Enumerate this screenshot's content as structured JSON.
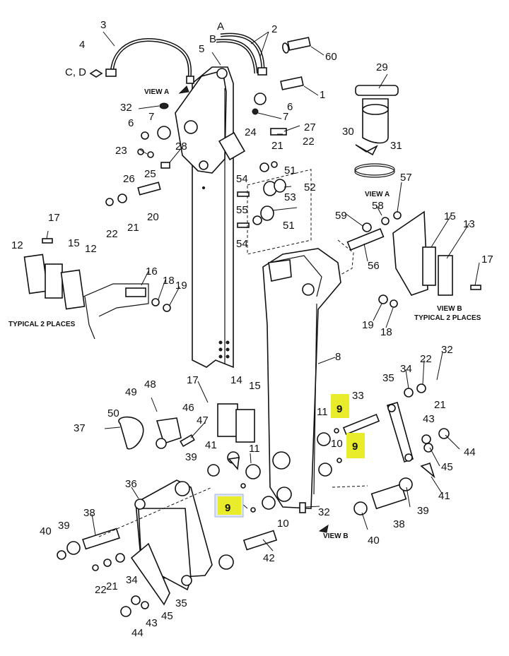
{
  "captions": {
    "view_a_arrow": "VIEW A",
    "view_a_detail": "VIEW A",
    "view_b_arrow": "VIEW B",
    "view_b_detail_line1": "VIEW B",
    "view_b_detail_line2": "TYPICAL 2 PLACES",
    "typical_left": "TYPICAL 2 PLACES"
  },
  "callouts": [
    {
      "id": "3",
      "text": "3"
    },
    {
      "id": "A",
      "text": "A"
    },
    {
      "id": "B",
      "text": "B"
    },
    {
      "id": "2",
      "text": "2"
    },
    {
      "id": "4",
      "text": "4"
    },
    {
      "id": "CD",
      "text": "C, D"
    },
    {
      "id": "5",
      "text": "5"
    },
    {
      "id": "60",
      "text": "60"
    },
    {
      "id": "29",
      "text": "29"
    },
    {
      "id": "1",
      "text": "1"
    },
    {
      "id": "32a",
      "text": "32"
    },
    {
      "id": "6a",
      "text": "6"
    },
    {
      "id": "7a",
      "text": "7"
    },
    {
      "id": "6b",
      "text": "6"
    },
    {
      "id": "7b",
      "text": "7"
    },
    {
      "id": "24",
      "text": "24"
    },
    {
      "id": "27",
      "text": "27"
    },
    {
      "id": "30",
      "text": "30"
    },
    {
      "id": "23",
      "text": "23"
    },
    {
      "id": "28",
      "text": "28"
    },
    {
      "id": "21a",
      "text": "21"
    },
    {
      "id": "22a",
      "text": "22"
    },
    {
      "id": "31",
      "text": "31"
    },
    {
      "id": "26",
      "text": "26"
    },
    {
      "id": "25",
      "text": "25"
    },
    {
      "id": "51a",
      "text": "51"
    },
    {
      "id": "54a",
      "text": "54"
    },
    {
      "id": "52",
      "text": "52"
    },
    {
      "id": "57",
      "text": "57"
    },
    {
      "id": "55",
      "text": "55"
    },
    {
      "id": "53",
      "text": "53"
    },
    {
      "id": "22b",
      "text": "22"
    },
    {
      "id": "21b",
      "text": "21"
    },
    {
      "id": "20",
      "text": "20"
    },
    {
      "id": "51b",
      "text": "51"
    },
    {
      "id": "54b",
      "text": "54"
    },
    {
      "id": "58",
      "text": "58"
    },
    {
      "id": "59",
      "text": "59"
    },
    {
      "id": "15a",
      "text": "15"
    },
    {
      "id": "13",
      "text": "13"
    },
    {
      "id": "17a",
      "text": "17"
    },
    {
      "id": "12a",
      "text": "12"
    },
    {
      "id": "15b",
      "text": "15"
    },
    {
      "id": "12b",
      "text": "12"
    },
    {
      "id": "56",
      "text": "56"
    },
    {
      "id": "17b",
      "text": "17"
    },
    {
      "id": "16",
      "text": "16"
    },
    {
      "id": "18a",
      "text": "18"
    },
    {
      "id": "19a",
      "text": "19"
    },
    {
      "id": "19b",
      "text": "19"
    },
    {
      "id": "18b",
      "text": "18"
    },
    {
      "id": "8",
      "text": "8"
    },
    {
      "id": "32b",
      "text": "32"
    },
    {
      "id": "35a",
      "text": "35"
    },
    {
      "id": "34a",
      "text": "34"
    },
    {
      "id": "22c",
      "text": "22"
    },
    {
      "id": "21c",
      "text": "21"
    },
    {
      "id": "17c",
      "text": "17"
    },
    {
      "id": "14",
      "text": "14"
    },
    {
      "id": "15c",
      "text": "15"
    },
    {
      "id": "48",
      "text": "48"
    },
    {
      "id": "49",
      "text": "49"
    },
    {
      "id": "33",
      "text": "33"
    },
    {
      "id": "50",
      "text": "50"
    },
    {
      "id": "46",
      "text": "46"
    },
    {
      "id": "37",
      "text": "37"
    },
    {
      "id": "47",
      "text": "47"
    },
    {
      "id": "43a",
      "text": "43"
    },
    {
      "id": "44a",
      "text": "44"
    },
    {
      "id": "41a",
      "text": "41"
    },
    {
      "id": "11a",
      "text": "11"
    },
    {
      "id": "11b",
      "text": "11"
    },
    {
      "id": "10a",
      "text": "10"
    },
    {
      "id": "45a",
      "text": "45"
    },
    {
      "id": "39a",
      "text": "39"
    },
    {
      "id": "41b",
      "text": "41"
    },
    {
      "id": "36",
      "text": "36"
    },
    {
      "id": "32c",
      "text": "32"
    },
    {
      "id": "39b",
      "text": "39"
    },
    {
      "id": "10b",
      "text": "10"
    },
    {
      "id": "38a",
      "text": "38"
    },
    {
      "id": "38b",
      "text": "38"
    },
    {
      "id": "40a",
      "text": "40"
    },
    {
      "id": "39c",
      "text": "39"
    },
    {
      "id": "40b",
      "text": "40"
    },
    {
      "id": "42",
      "text": "42"
    },
    {
      "id": "22d",
      "text": "22"
    },
    {
      "id": "21d",
      "text": "21"
    },
    {
      "id": "34b",
      "text": "34"
    },
    {
      "id": "35b",
      "text": "35"
    },
    {
      "id": "45b",
      "text": "45"
    },
    {
      "id": "43b",
      "text": "43"
    },
    {
      "id": "44b",
      "text": "44"
    }
  ],
  "highlighted_callouts": [
    {
      "id": "9a",
      "text": "9"
    },
    {
      "id": "9b",
      "text": "9"
    },
    {
      "id": "9c",
      "text": "9"
    }
  ],
  "colors": {
    "highlight": "#e9ec2a",
    "highlight_blue_border": "#9fb3dd",
    "ink": "#111111",
    "paper": "#ffffff"
  }
}
